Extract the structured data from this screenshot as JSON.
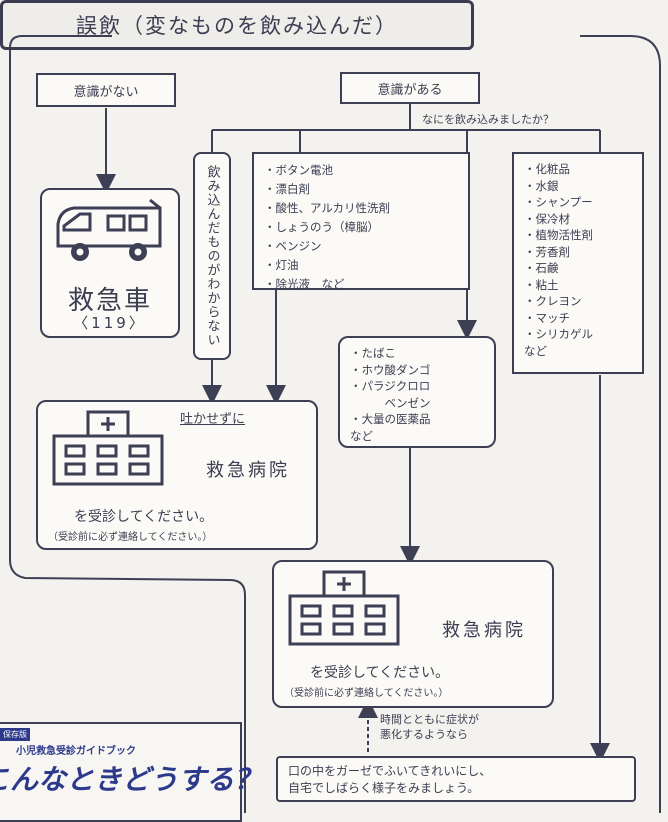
{
  "title": "誤飲（変なものを飲み込んだ）",
  "unconscious": {
    "label": "意識がない",
    "ambulance": "救急車",
    "ambulance_number": "〈119〉"
  },
  "conscious": {
    "label": "意識がある",
    "question": "なにを飲み込みましたか？"
  },
  "unknown_swallowed": "飲み込んだものがわからない",
  "list_dangerous": [
    "・ボタン電池",
    "・漂白剤",
    "・酸性、アルカリ性洗剤",
    "・しょうのう（樟脳）",
    "・ベンジン",
    "・灯油",
    "・除光液　など"
  ],
  "list_toxic": [
    "・たばこ",
    "・ホウ酸ダンゴ",
    "・パラジクロロ",
    "　　　ベンゼン",
    "・大量の医薬品",
    "など"
  ],
  "list_safe": [
    "・化粧品",
    "・水銀",
    "・シャンプー",
    "・保冷材",
    "・植物活性剤",
    "・芳香剤",
    "・石鹸",
    "・粘土",
    "・クレヨン",
    "・マッチ",
    "・シリカゲル",
    "など"
  ],
  "hospital1": {
    "no_vomit": "吐かせずに",
    "name": "救急病院",
    "instruction": "を受診してください。",
    "note": "（受診前に必ず連絡してください。）"
  },
  "hospital2": {
    "name": "救急病院",
    "instruction": "を受診してください。",
    "note": "（受診前に必ず連絡してください。）"
  },
  "worsen_note": [
    "時間とともに症状が",
    "悪化するようなら"
  ],
  "home_care": [
    "口の中をガーゼでふいてきれいにし、",
    "自宅でしばらく様子をみましょう。"
  ],
  "guide": {
    "badge": "保存版",
    "subtitle": "小児救急受診ガイドブック",
    "title": "こんなときどうする？"
  },
  "colors": {
    "line": "#3d3f55",
    "paper": "#f4f2ee",
    "guide_title": "#2d3a8c"
  }
}
